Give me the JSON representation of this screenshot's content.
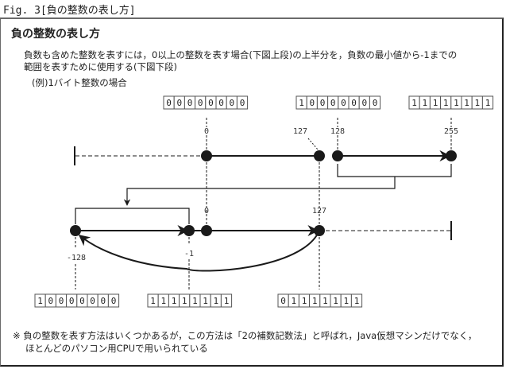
{
  "caption": "Fig. 3[負の整数の表し方]",
  "title": "負の整数の表し方",
  "description": {
    "line1": "負数も含めた整数を表すには，0以上の整数を表す場合(下図上段)の上半分を，負数の最小値から-1までの",
    "line2": "範囲を表すために使用する(下図下段)"
  },
  "example_label": "(例)1バイト整数の場合",
  "upper_row": {
    "points": [
      {
        "label": "0",
        "bits": "00000000"
      },
      {
        "label": "127",
        "bits": ""
      },
      {
        "label": "128",
        "bits": "10000000"
      },
      {
        "label": "255",
        "bits": "11111111"
      }
    ]
  },
  "lower_row": {
    "points": [
      {
        "label": "-128",
        "bits": "10000000"
      },
      {
        "label": "-1",
        "bits": "11111111"
      },
      {
        "label": "0",
        "bits": ""
      },
      {
        "label": "127",
        "bits": "01111111"
      }
    ]
  },
  "note": {
    "line1": "※ 負の整数を表す方法はいくつかあるが，この方法は「2の補数記数法」と呼ばれ，Java仮想マシンだけでなく，",
    "line2": "ほとんどのパソコン用CPUで用いられている"
  },
  "colors": {
    "ink": "#1a1a1a",
    "box_border": "#555555"
  }
}
